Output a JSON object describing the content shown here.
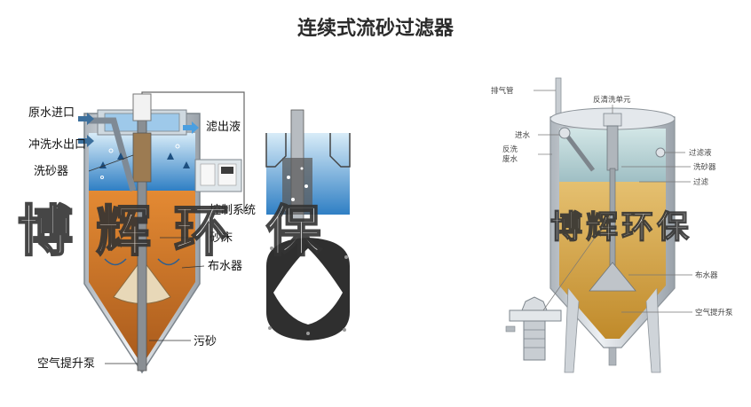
{
  "title": "连续式流砂过滤器",
  "left_labels": {
    "raw_water_inlet": "原水进口",
    "wash_water_outlet": "冲洗水出口",
    "sand_washer": "洗砂器",
    "filtrate": "滤出液",
    "control_system": "控制系统",
    "sand_bed": "砂床",
    "water_distributor": "布水器",
    "dirty_sand": "污砂",
    "air_lift_pump": "空气提升泵"
  },
  "right_labels": {
    "exhaust_pipe": "排气管",
    "backwash_unit": "反清洗单元",
    "water_inlet": "进水",
    "backwash_waste": "反洗\n废水",
    "filtrate": "过滤液",
    "sand_washer": "洗砂器",
    "filtering": "过滤",
    "water_distributor": "布水器",
    "air_lift_pump": "空气提升泵"
  },
  "watermark": "博辉环保",
  "colors": {
    "water_blue": "#3d8fd0",
    "sand_orange": "#d2741f",
    "steel_gray": "#c9ced4",
    "right_sand": "#d9a33d"
  }
}
